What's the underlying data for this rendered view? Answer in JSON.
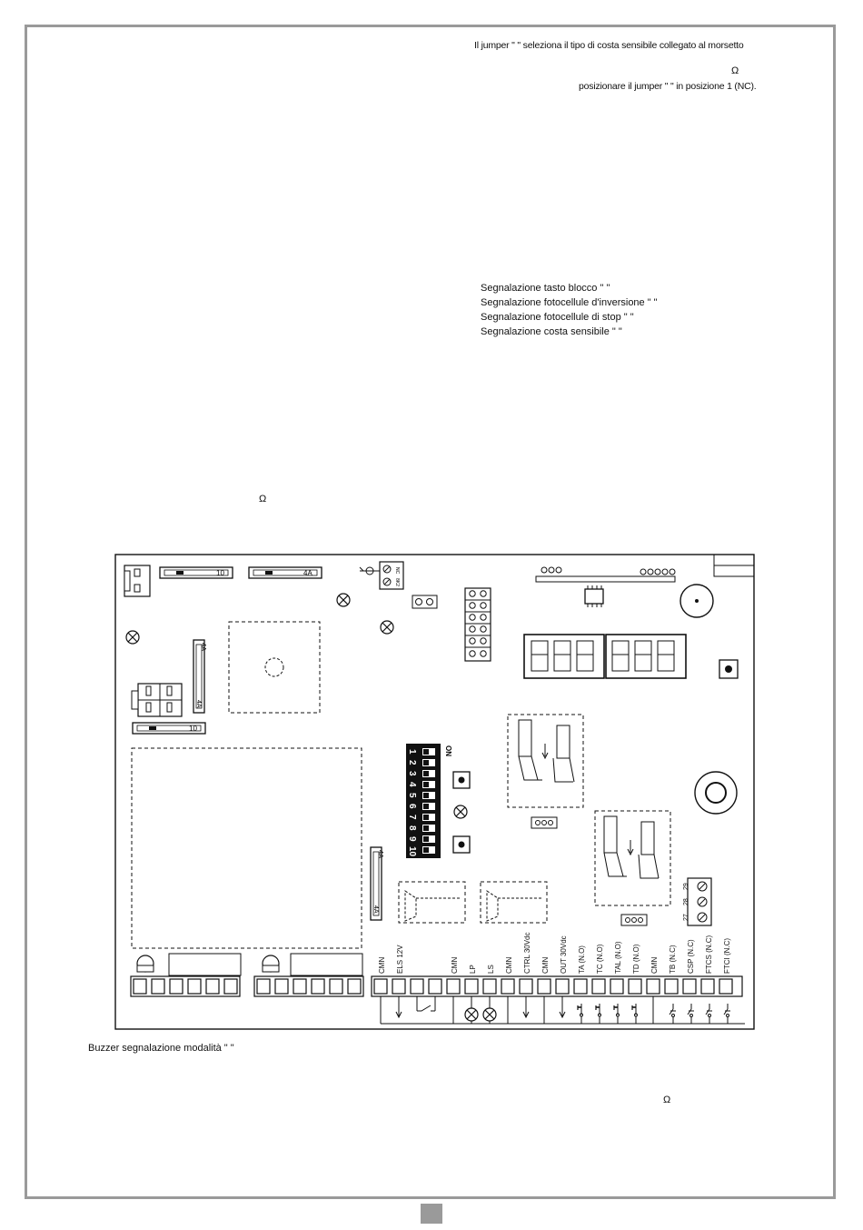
{
  "page": {
    "jumper_line1": "Il jumper \"    \" seleziona il tipo di costa sensibile collegato al morsetto",
    "omega_1": "Ω",
    "jumper_line2": "posizionare il jumper \"    \" in posizione 1 (NC).",
    "signal_list": [
      "Segnalazione tasto blocco \"     \"",
      "Segnalazione fotocellule d'inversione \"        \"",
      "Segnalazione fotocellule di stop \"          \"",
      "Segnalazione costa sensibile \"        \""
    ],
    "omega_2": "Ω",
    "buzzer_caption": "Buzzer segnalazione modalità \"                \"",
    "omega_3": "Ω"
  },
  "board": {
    "fuse_10": "10",
    "fuse_4a": "4A",
    "jumper_nc": "NC",
    "jumper_8k2": "8K2",
    "dip_on": "ON",
    "dip_numbers": [
      "1",
      "2",
      "3",
      "4",
      "5",
      "6",
      "7",
      "8",
      "9",
      "10"
    ],
    "terminal_small": [
      "29",
      "28",
      "27"
    ],
    "terminal_labels": [
      "CMN",
      "ELS 12V",
      "",
      "",
      "CMN",
      "LP",
      "LS",
      "CMN",
      "CTRL 30Vdc",
      "CMN",
      "OUT 30Vdc",
      "TA (N.O)",
      "TC (N.O)",
      "TAL (N.O)",
      "TD (N.O)",
      "CMN",
      "TB (N.C)",
      "CSP (N.C)",
      "FTCS (N.C)",
      "FTCI (N.C)"
    ]
  },
  "colors": {
    "frame": "#9a9a9a",
    "ink": "#111111",
    "led_off": "#bbbbbb"
  }
}
